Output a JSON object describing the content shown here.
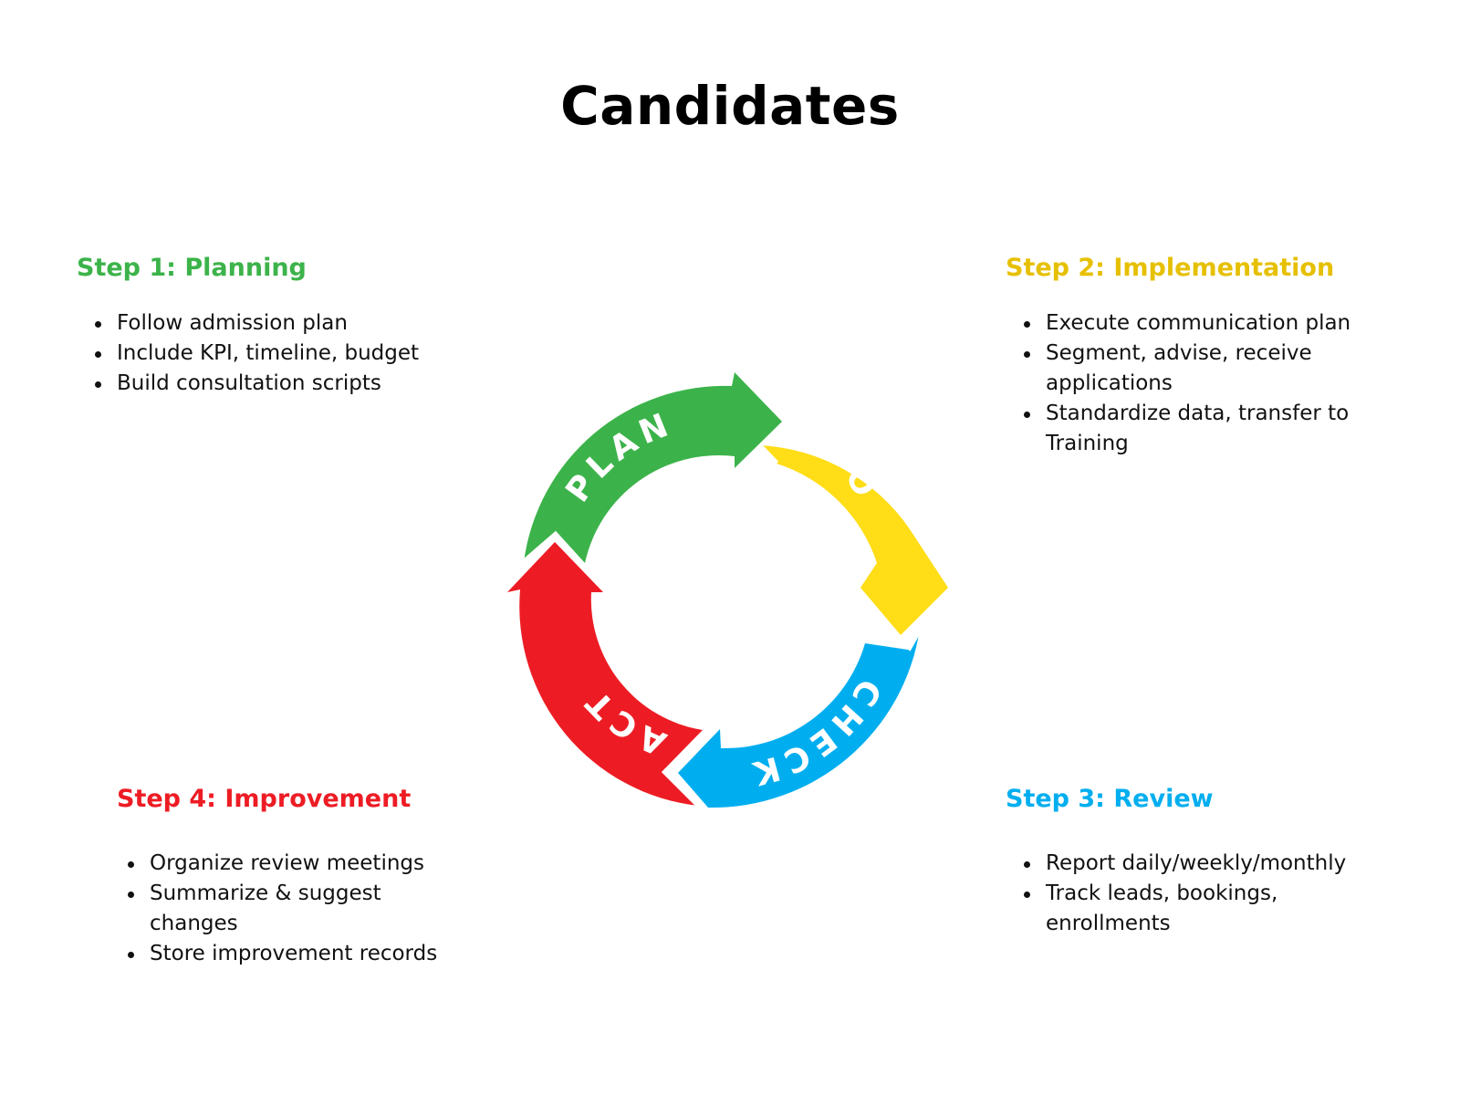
{
  "title": "Candidates",
  "colors": {
    "plan": "#3cb34a",
    "do": "#ffdd17",
    "check": "#00aeef",
    "act": "#ed1c24",
    "step2_heading": "#e6c000"
  },
  "cycle": {
    "plan": "PLAN",
    "do": "DO",
    "check": "CHECK",
    "act": "ACT"
  },
  "steps": {
    "step1": {
      "heading": "Step 1: Planning",
      "items": [
        "Follow admission plan",
        "Include KPI, timeline, budget",
        "Build consultation scripts"
      ]
    },
    "step2": {
      "heading": "Step 2: Implementation",
      "items": [
        "Execute communication plan",
        "Segment, advise, receive applications",
        "Standardize data, transfer to Training"
      ]
    },
    "step3": {
      "heading": "Step 3: Review",
      "items": [
        "Report daily/weekly/monthly",
        "Track leads, bookings, enrollments"
      ]
    },
    "step4": {
      "heading": "Step 4: Improvement",
      "items": [
        "Organize review meetings",
        "Summarize & suggest changes",
        "Store improvement records"
      ]
    }
  }
}
